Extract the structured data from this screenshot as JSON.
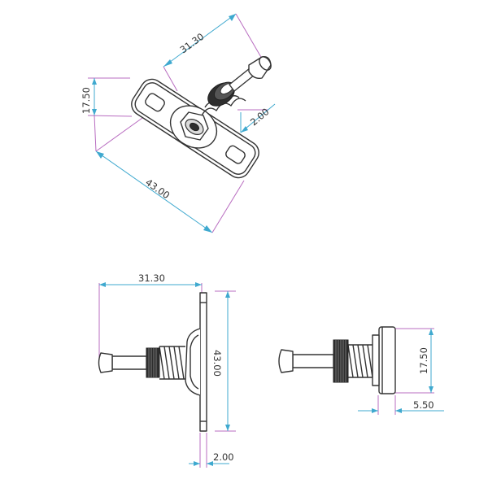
{
  "colors": {
    "outline": "#333333",
    "dim_magenta": "#b86cc0",
    "dim_cyan": "#3fa9cf",
    "text": "#333333",
    "part_gray": "#dcdcdc",
    "knurl_dark": "#2e2e2e"
  },
  "views": {
    "iso": {
      "dim_length": "31.30",
      "dim_width": "17.50",
      "dim_thickness": "2.00",
      "dim_plate_length": "43.00"
    },
    "front": {
      "dim_length": "31.30",
      "dim_plate_length": "43.00",
      "dim_thickness": "2.00"
    },
    "side": {
      "dim_width": "17.50",
      "dim_offset": "5.50"
    }
  }
}
